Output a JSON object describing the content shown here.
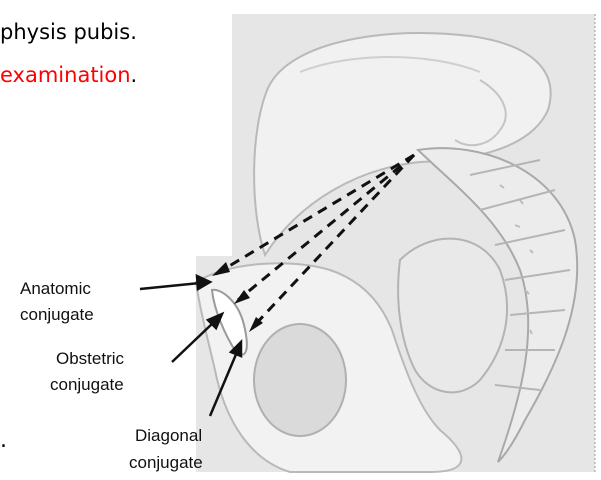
{
  "text": {
    "line1": "physis pubis.",
    "line2_red": "examination",
    "line2_tail": ".",
    "stray_dot": "."
  },
  "figure": {
    "labels": {
      "anatomic_1": "Anatomic",
      "anatomic_2": "conjugate",
      "obstetric_1": "Obstetric",
      "obstetric_2": "conjugate",
      "diagonal_1": "Diagonal",
      "diagonal_2": "conjugate"
    },
    "colors": {
      "bone_fill": "#f1f1f1",
      "bone_stroke": "#b9b9b9",
      "panel": "#e6e6e6",
      "arrow": "#111111",
      "highlight": "#ff0000"
    }
  }
}
